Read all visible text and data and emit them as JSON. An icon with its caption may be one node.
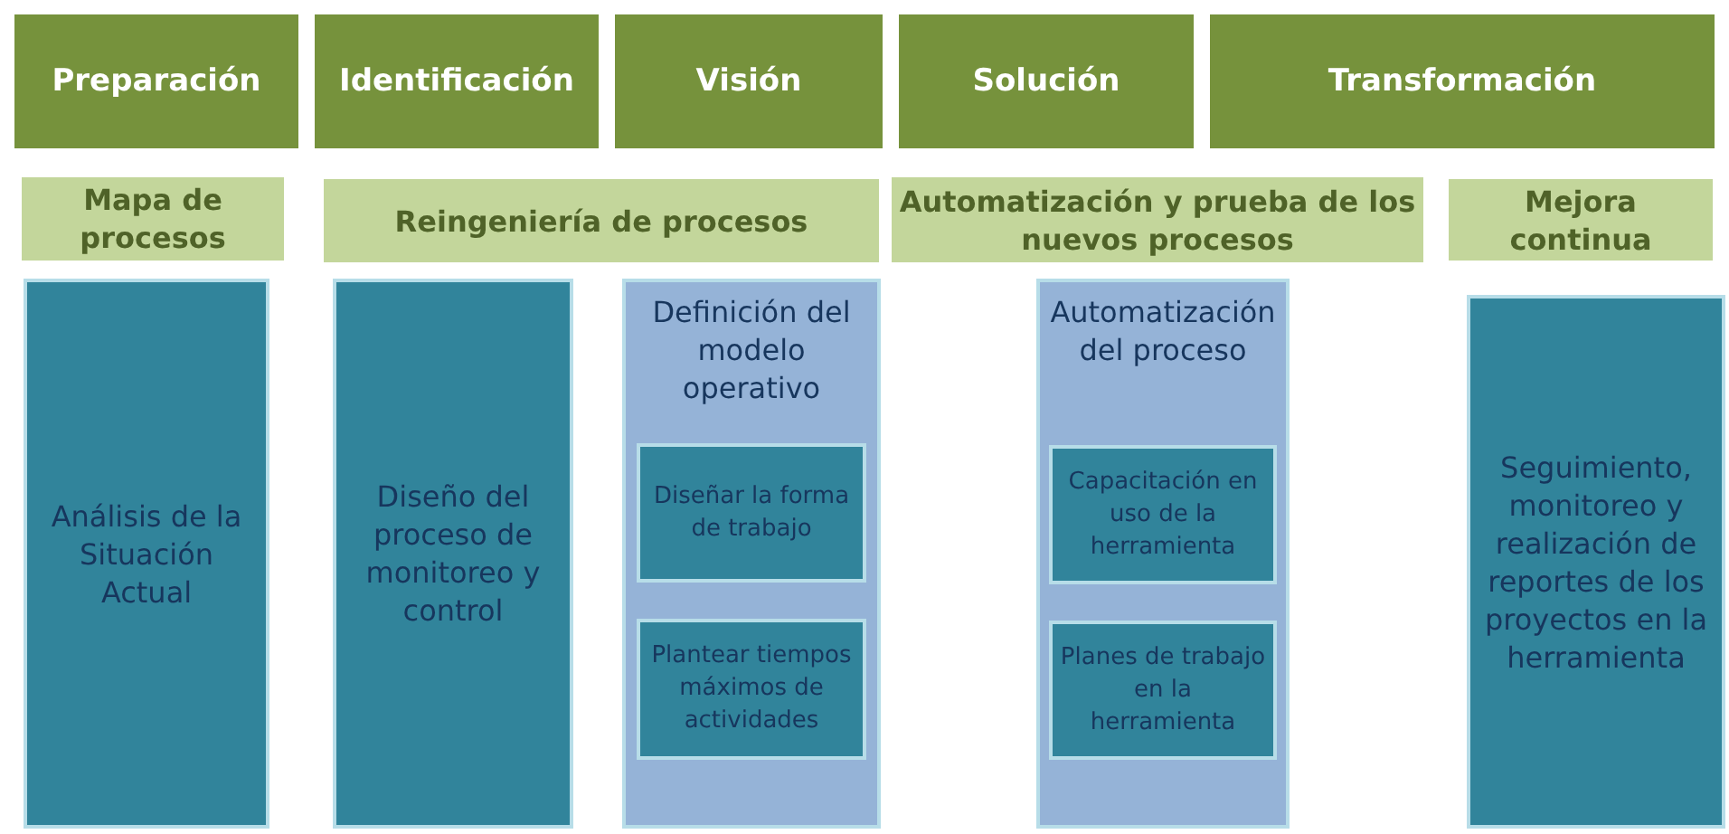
{
  "diagram": {
    "nodes": [
      {
        "text": [
          "Preparación"
        ]
      },
      {
        "text": [
          "Identificación"
        ]
      },
      {
        "text": [
          "Visión"
        ]
      },
      {
        "text": [
          "Solución"
        ]
      },
      {
        "text": [
          "Transformación"
        ]
      },
      {
        "text": [
          "Mapa de procesos"
        ]
      },
      {
        "text": [
          "Reingeniería de procesos"
        ]
      },
      {
        "text": [
          "Automatización y prueba de los nuevos procesos"
        ]
      },
      {
        "text": [
          "Mejora continua"
        ]
      },
      {
        "text": [
          "Análisis de la Situación Actual"
        ]
      },
      {
        "text": [
          "Diseño del proceso de monitoreo y control"
        ]
      },
      {
        "text": [
          "Definición del modelo operativo"
        ]
      },
      {
        "text": [
          "Diseñar la forma de trabajo"
        ],
        "in": 11
      },
      {
        "text": [
          "Plantear tiempos máximos de actividades"
        ],
        "in": 11
      },
      {
        "text": [
          "Automatización del proceso"
        ]
      },
      {
        "text": [
          "Capacitación en uso de la herramienta"
        ],
        "in": 14
      },
      {
        "text": [
          "Planes de trabajo en la herramienta"
        ],
        "in": 14
      },
      {
        "text": [
          "Seguimiento, monitoreo y realización de reportes de los proyectos en la herramienta"
        ]
      }
    ]
  }
}
